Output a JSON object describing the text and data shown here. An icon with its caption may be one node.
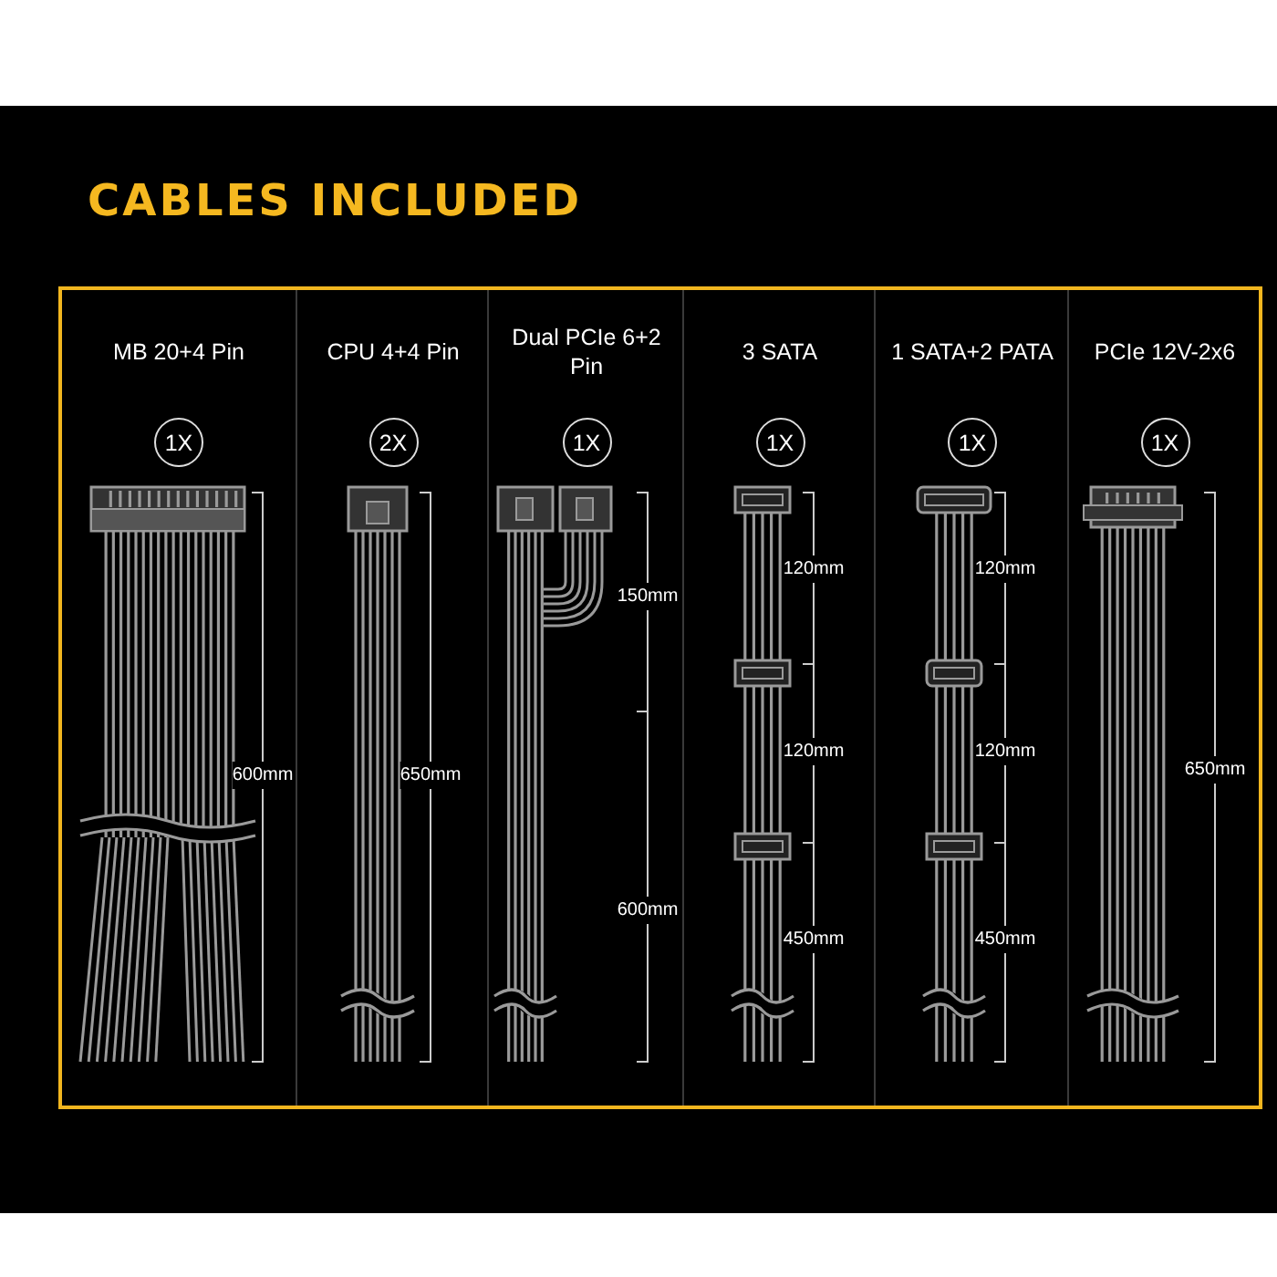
{
  "diagram": {
    "title": "CABLES INCLUDED",
    "nodes": [
      {
        "text": [],
        "shape": "box"
      },
      {
        "text": [
          "MB 20+4 Pin",
          "600mm"
        ],
        "in": 0
      },
      {
        "text": [
          "1X"
        ],
        "in": 1
      },
      {
        "text": [
          "CPU 4+4 Pin",
          "650mm"
        ],
        "in": 0
      },
      {
        "text": [
          "2X"
        ],
        "in": 3
      },
      {
        "text": [
          "Dual PCIe 6+2 Pin",
          "150mm",
          "600mm"
        ],
        "in": 0
      },
      {
        "text": [
          "1X"
        ],
        "in": 5
      },
      {
        "text": [
          "3 SATA",
          "120mm",
          "120mm",
          "450mm"
        ],
        "in": 0
      },
      {
        "text": [
          "1X"
        ],
        "in": 7
      },
      {
        "text": [
          "1 SATA+2 PATA",
          "120mm",
          "120mm",
          "450mm"
        ],
        "in": 0
      },
      {
        "text": [
          "1X"
        ],
        "in": 9
      },
      {
        "text": [
          "PCIe 12V-2x6",
          "650mm"
        ],
        "in": 0
      },
      {
        "text": [
          "1X"
        ],
        "in": 11
      }
    ]
  }
}
